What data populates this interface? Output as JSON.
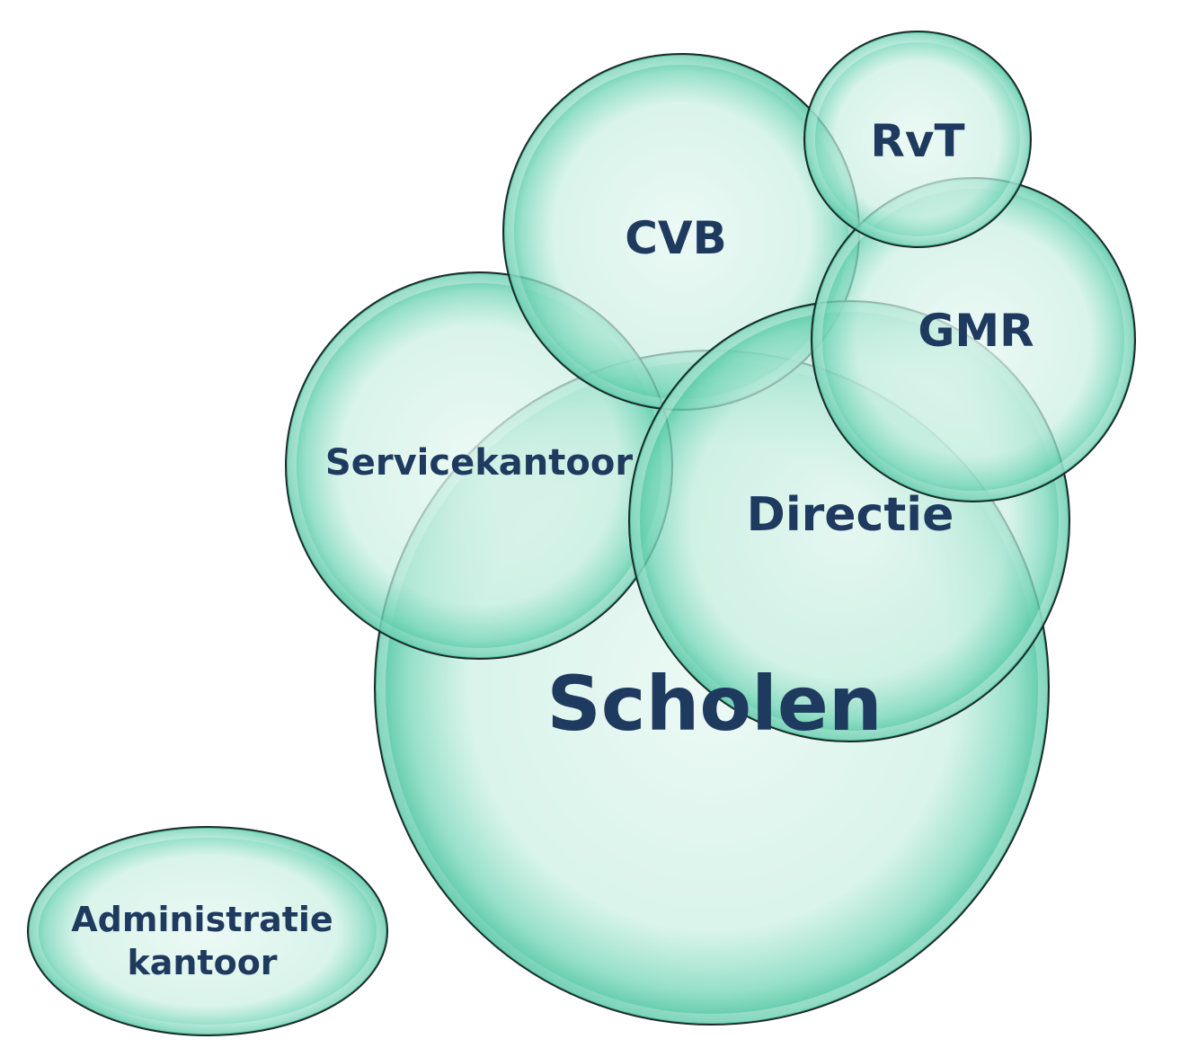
{
  "colors": {
    "bubble_center": "#e6f7f1",
    "bubble_edge": "#4fc8a6",
    "outline": "#1e2a2a",
    "label_text": "#1f3a5f"
  },
  "nodes": {
    "scholen": {
      "label": "Scholen"
    },
    "directie": {
      "label": "Directie"
    },
    "servicekantoor": {
      "label": "Servicekantoor"
    },
    "cvb": {
      "label": "CVB"
    },
    "rvt": {
      "label": "RvT"
    },
    "gmr": {
      "label": "GMR"
    },
    "administratie_kantoor": {
      "label_line1": "Administratie",
      "label_line2": "kantoor"
    }
  }
}
